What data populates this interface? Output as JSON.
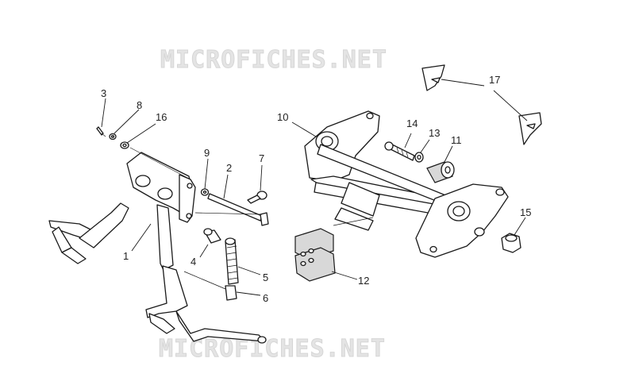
{
  "watermarks": [
    "MICROFICHES.NET",
    "MICROFICHES.NET"
  ],
  "callouts": [
    {
      "id": "1",
      "label": "1"
    },
    {
      "id": "2",
      "label": "2"
    },
    {
      "id": "3",
      "label": "3"
    },
    {
      "id": "4",
      "label": "4"
    },
    {
      "id": "5",
      "label": "5"
    },
    {
      "id": "6",
      "label": "6"
    },
    {
      "id": "7",
      "label": "7"
    },
    {
      "id": "8",
      "label": "8"
    },
    {
      "id": "9",
      "label": "9"
    },
    {
      "id": "10",
      "label": "10"
    },
    {
      "id": "11",
      "label": "11"
    },
    {
      "id": "12",
      "label": "12"
    },
    {
      "id": "13",
      "label": "13"
    },
    {
      "id": "14",
      "label": "14"
    },
    {
      "id": "15",
      "label": "15"
    },
    {
      "id": "16",
      "label": "16"
    },
    {
      "id": "17",
      "label": "17"
    }
  ]
}
